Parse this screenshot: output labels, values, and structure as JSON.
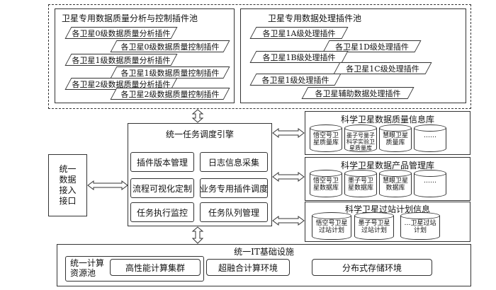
{
  "plugin_pool_left": {
    "title": "卫星专用数据质量分析与控制插件池",
    "items": [
      "各卫星0级数据质量分析插件",
      "各卫星0级数据质量控制插件",
      "各卫星1级数据质量分析插件",
      "各卫星1级数据质量控制插件",
      "各卫星2级数据质量分析插件",
      "各卫星2级数据质量控制插件"
    ]
  },
  "plugin_pool_right": {
    "title": "卫星专用数据处理插件池",
    "items": [
      "各卫星1A级处理插件",
      "各卫星1D级处理插件",
      "各卫星1B级处理插件",
      "各卫星1C级处理插件",
      "各卫星1级处理插件",
      "各卫星辅助数据处理插件"
    ]
  },
  "engine": {
    "title": "统一任务调度引擎",
    "modules": [
      "插件版本管理",
      "日志信息采集",
      "流程可视化定制",
      "业务专用插件调度",
      "任务执行监控",
      "任务队列管理"
    ]
  },
  "access": {
    "label": "统一数据接入接口"
  },
  "db_quality": {
    "title": "科学卫星数据质量信息库",
    "items": [
      "悟空号卫星质量库",
      "墨子号量子科学实验卫星质量库",
      "慧眼卫星质量库",
      "……"
    ]
  },
  "db_product": {
    "title": "科学卫星数据产品管理库",
    "items": [
      "悟空号卫星数据库",
      "墨子号卫星数据库",
      "慧眼卫星数据库",
      "……"
    ]
  },
  "db_pass": {
    "title": "科学卫星过站计划信息",
    "items": [
      "悟空号卫星过站计划",
      "墨子号卫星过站计划",
      "…卫星过站计划"
    ]
  },
  "infra": {
    "title": "统一IT基础设施",
    "pool_label": "统一计算资源池",
    "items": [
      "高性能计算集群",
      "超融合计算环境",
      "分布式存储环境"
    ]
  }
}
